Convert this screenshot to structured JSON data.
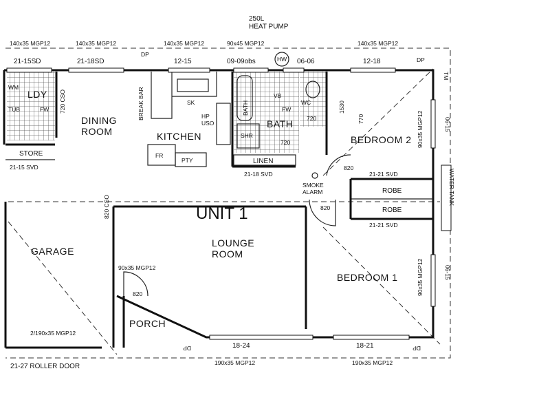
{
  "plan": {
    "heat_pump": "250L\nHEAT PUMP",
    "hw": "HW",
    "unit_title": "UNIT 1",
    "rooms": {
      "ldy": "LDY",
      "dining": "DINING\nROOM",
      "kitchen": "KITCHEN",
      "bath": "BATH",
      "bedroom2": "BEDROOM 2",
      "lounge": "LOUNGE\nROOM",
      "garage": "GARAGE",
      "bedroom1": "BEDROOM 1",
      "porch": "PORCH",
      "store": "STORE",
      "linen": "LINEN",
      "robe1": "ROBE",
      "robe2": "ROBE"
    },
    "fixtures": {
      "wm": "WM",
      "tub": "TUB",
      "fw_ldy": "FW",
      "break_bar": "BREAK BAR",
      "sk": "SK",
      "hp_uso": "HP\nUSO",
      "fr": "FR",
      "pty": "PTY",
      "bath_fix": "BATH",
      "vb": "VB",
      "fw_bath": "FW",
      "shr": "SHR",
      "wc": "WC",
      "smoke_alarm": "SMOKE\nALARM",
      "water_tank": "WATER TANK",
      "dp1": "DP",
      "dp2": "DP",
      "dp3": "DP",
      "dp4": "DP"
    },
    "dims": {
      "top_beam1": "140x35 MGP12",
      "top_beam2": "140x35 MGP12",
      "top_beam3": "140x35 MGP12",
      "top_beam4": "90x45 MGP12",
      "top_beam5": "140x35 MGP12",
      "w1": "21-15SD",
      "w2": "21-18SD",
      "w3": "12-15",
      "w4": "09-09obs",
      "w5": "06-06",
      "w6": "12-18",
      "cso1": "720 CSO",
      "cso2": "820 CSO",
      "d720a": "720",
      "d720b": "720",
      "d1530": "1530",
      "d770": "770",
      "d820a": "820",
      "d820b": "820",
      "d820c": "820",
      "svd1": "21-15 SVD",
      "svd2": "21-18 SVD",
      "svd3": "21-21 SVD",
      "svd4": "21-21 SVD",
      "r1": "06-15",
      "r2": "06-15",
      "rb1": "90x35 MGP12",
      "rb2": "90x35 MGP12",
      "tm": "TM",
      "porch_beam": "90x35 MGP12",
      "garage_beam": "2/190x35 MGP12",
      "roller": "21-27 ROLLER DOOR",
      "b1": "18-24",
      "b2": "18-21",
      "bb1": "190x35 MGP12",
      "bb2": "190x35 MGP12"
    }
  }
}
